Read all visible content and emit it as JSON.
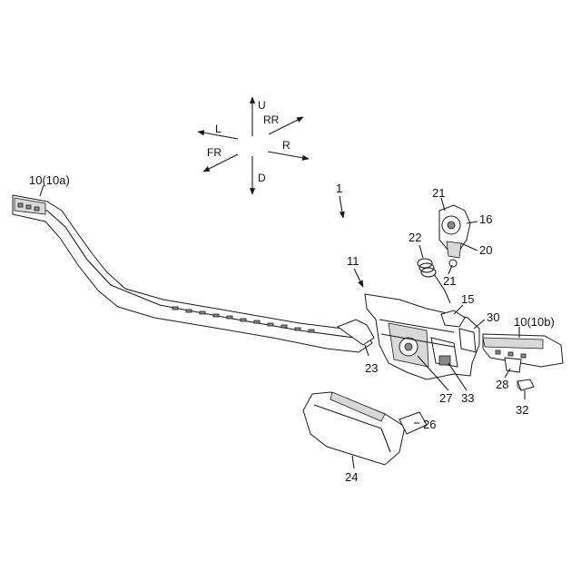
{
  "directions": {
    "up": "U",
    "down": "D",
    "left": "L",
    "right": "R",
    "front": "FR",
    "rear": "RR"
  },
  "labels": {
    "assembly": "1",
    "rod_a": "10(10a)",
    "rod_b": "10(10b)",
    "unit": "11",
    "plate": "15",
    "latch": "16",
    "pin_top": "21",
    "pin_bottom": "21",
    "lever": "20",
    "spring": "22",
    "clip": "23",
    "handle": "24",
    "shaft": "26",
    "gear": "27",
    "bracket": "28",
    "housing": "30",
    "cap": "32",
    "cam": "33"
  }
}
